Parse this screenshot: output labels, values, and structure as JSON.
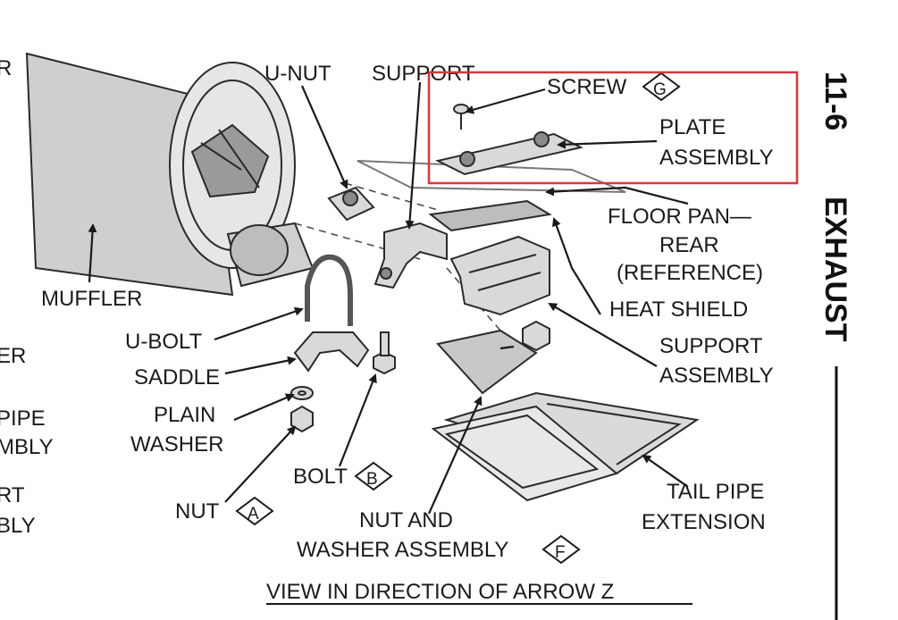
{
  "colors": {
    "highlight": "#d9363e",
    "ink": "#1a1a1a",
    "shade": "#d9d9d9"
  },
  "side_labels": {
    "page": "11-6",
    "section": "EXHAUST"
  },
  "labels": {
    "u_nut": "U-NUT",
    "support": "SUPPORT",
    "screw": "SCREW",
    "screw_code": "G",
    "plate_1": "PLATE",
    "plate_2": "ASSEMBLY",
    "floor_1": "FLOOR PAN—",
    "floor_2": "REAR",
    "floor_3": "(REFERENCE)",
    "heat_shield": "HEAT SHIELD",
    "support_asm_1": "SUPPORT",
    "support_asm_2": "ASSEMBLY",
    "tail_1": "TAIL PIPE",
    "tail_2": "EXTENSION",
    "muffler": "MUFFLER",
    "u_bolt": "U-BOLT",
    "saddle": "SADDLE",
    "plain_1": "PLAIN",
    "plain_2": "WASHER",
    "bolt": "BOLT",
    "bolt_code": "B",
    "nut": "NUT",
    "nut_code": "A",
    "nw_1": "NUT AND",
    "nw_2": "WASHER ASSEMBLY",
    "nw_code": "F",
    "caption": "VIEW IN DIRECTION OF ARROW Z"
  },
  "left_edge": [
    "R",
    "ER",
    "PIPE",
    "MBLY",
    "RT",
    "BLY"
  ]
}
